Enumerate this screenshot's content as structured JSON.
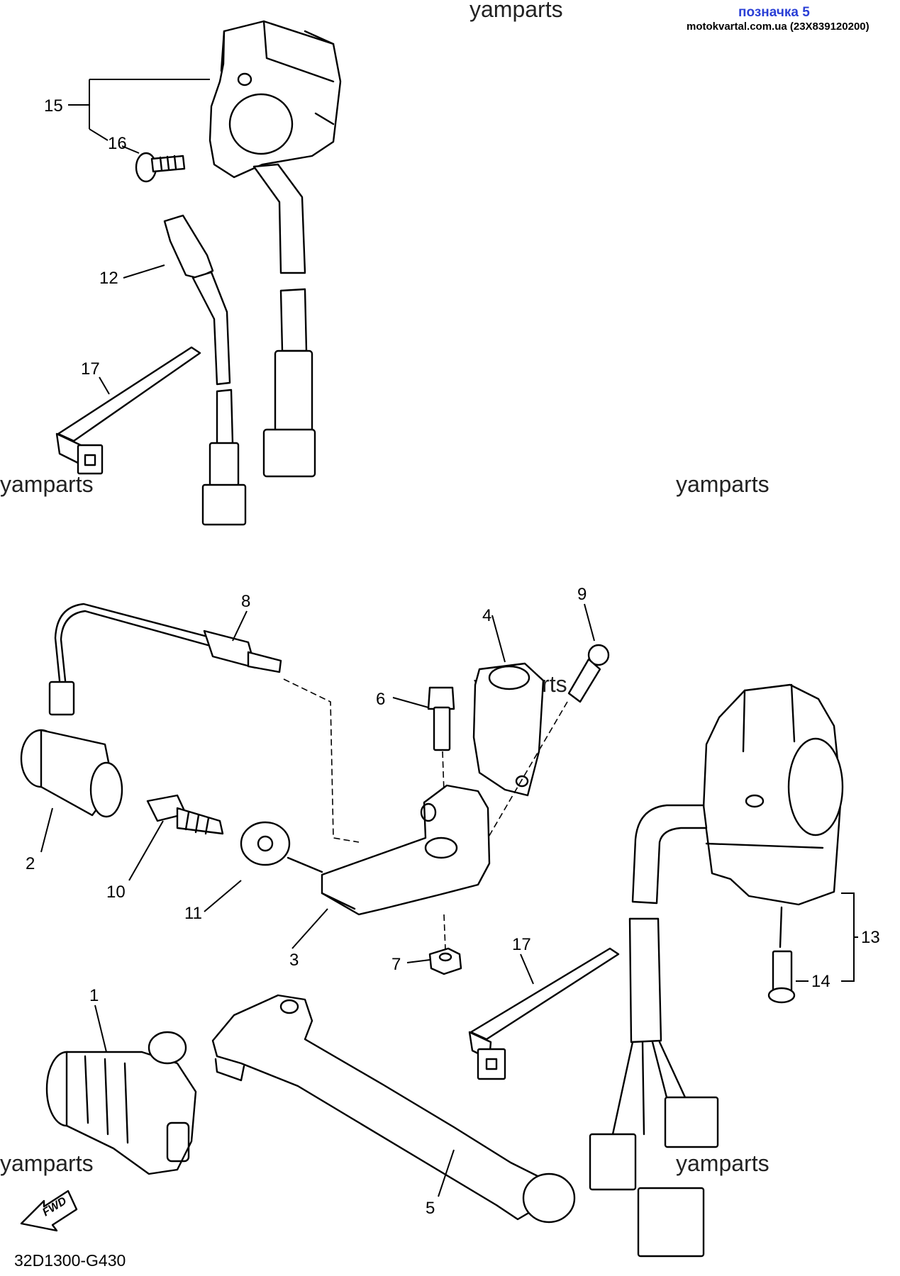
{
  "header": {
    "title": "позначка 5",
    "source": "motokvartal.com.ua (23X839120200)"
  },
  "watermarks": [
    "yamparts",
    "yamparts",
    "yamparts",
    "yamparts",
    "yamparts",
    "yamparts"
  ],
  "diagram_code": "32D1300-G430",
  "fwd_label": "FWD",
  "callouts": [
    "15",
    "16",
    "12",
    "17",
    "8",
    "9",
    "4",
    "6",
    "2",
    "10",
    "11",
    "3",
    "7",
    "17",
    "13",
    "14",
    "1",
    "5"
  ]
}
